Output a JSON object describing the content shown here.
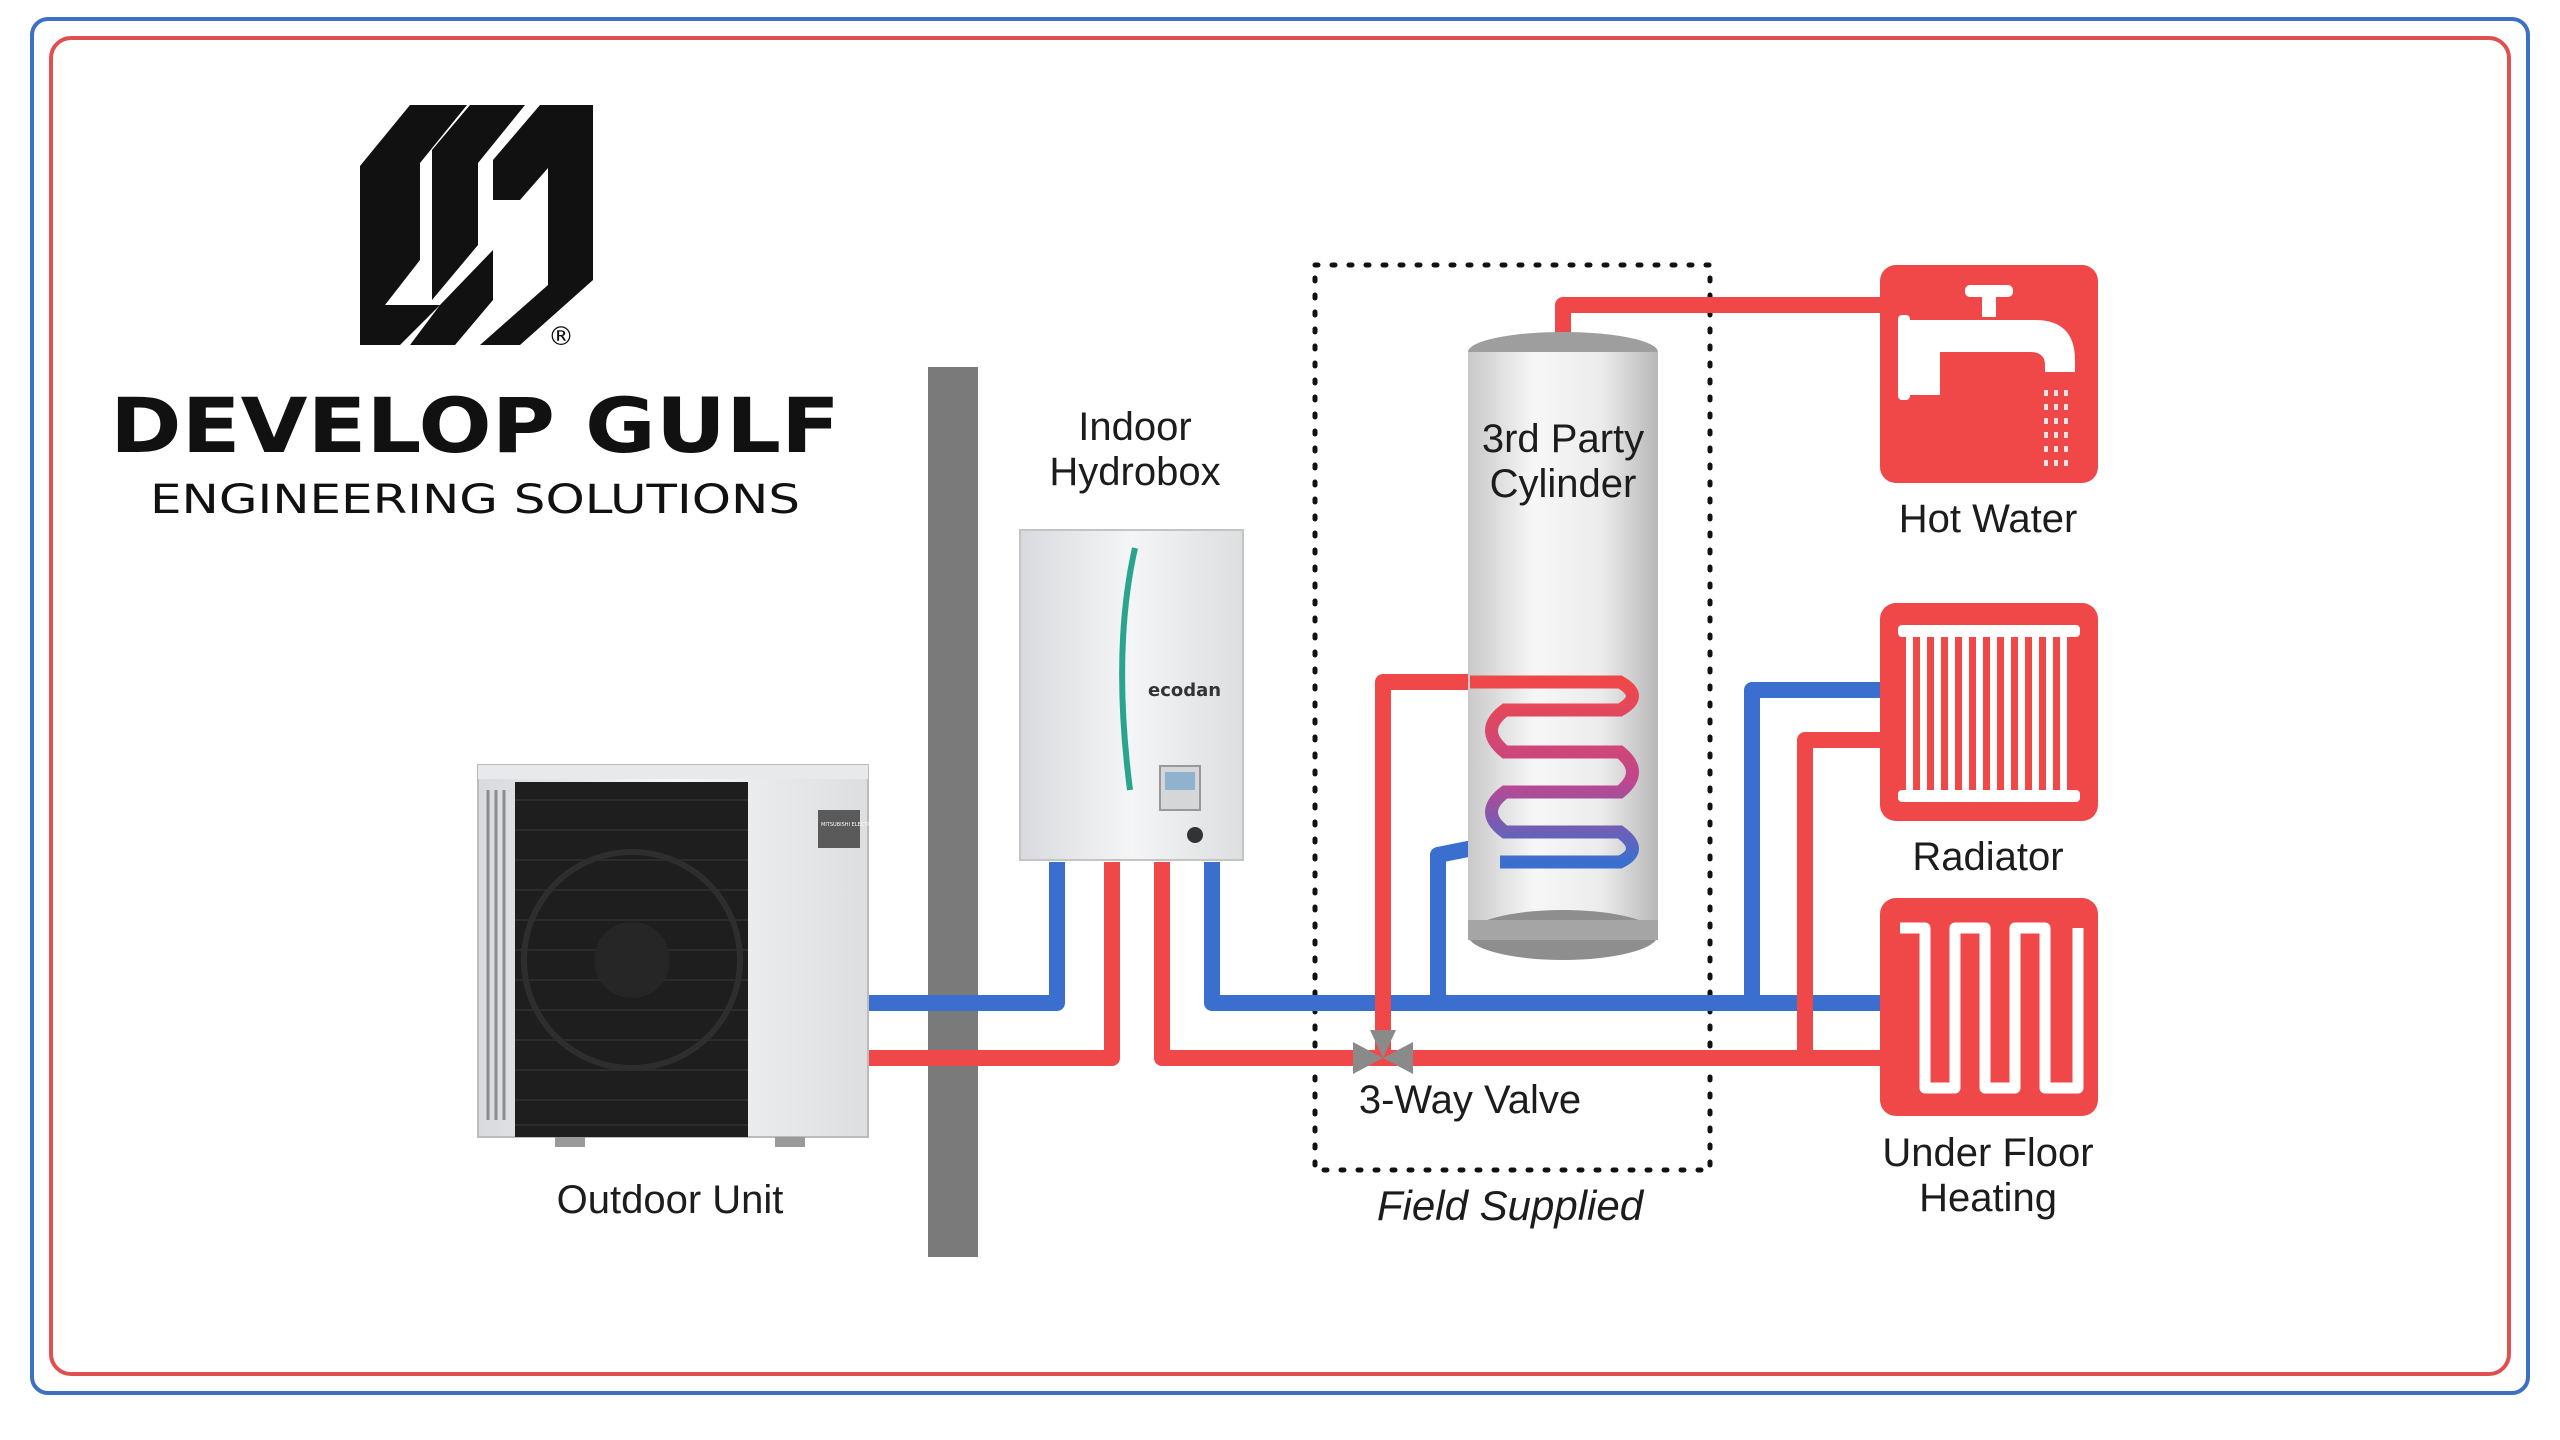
{
  "brand": {
    "name": "DEVELOP GULF",
    "tagline": "ENGINEERING SOLUTIONS",
    "registered_mark": "®"
  },
  "labels": {
    "outdoor_unit": "Outdoor Unit",
    "indoor_line1": "Indoor",
    "indoor_line2": "Hydrobox",
    "cylinder_line1": "3rd Party",
    "cylinder_line2": "Cylinder",
    "three_way_valve": "3-Way Valve",
    "field_supplied": "Field Supplied",
    "hot_water": "Hot Water",
    "radiator": "Radiator",
    "underfloor_line1": "Under Floor",
    "underfloor_line2": "Heating"
  },
  "device_text": {
    "ecodan": "ecodan",
    "brand_plate": "MITSUBISHI ELECTRIC"
  },
  "icons": {
    "logo": "develop-gulf-logo-icon",
    "hot_water": "tap-icon",
    "radiator": "radiator-icon",
    "underfloor": "underfloor-heating-icon",
    "valve": "three-way-valve-icon",
    "outdoor_unit": "heat-pump-outdoor-unit",
    "indoor_unit": "hydrobox-unit",
    "cylinder": "hot-water-cylinder"
  },
  "colors": {
    "flow_hot": "#f04848",
    "flow_cold": "#3a6fd0",
    "frame_outer": "#3d6fc2",
    "frame_inner": "#e05050",
    "icon_tile": "#f04848",
    "wall": "#7a7a7a"
  }
}
